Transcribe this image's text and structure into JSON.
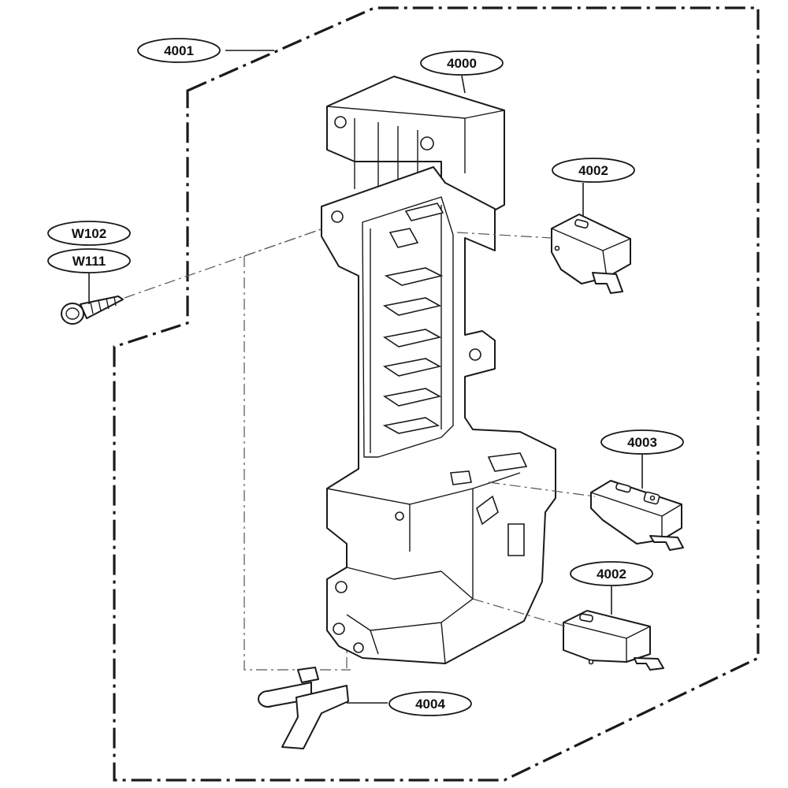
{
  "callouts": {
    "c4001": "4001",
    "c4000": "4000",
    "c4002a": "4002",
    "c4002b": "4002",
    "c4003": "4003",
    "c4004": "4004",
    "cW102": "W102",
    "cW111": "W111"
  }
}
